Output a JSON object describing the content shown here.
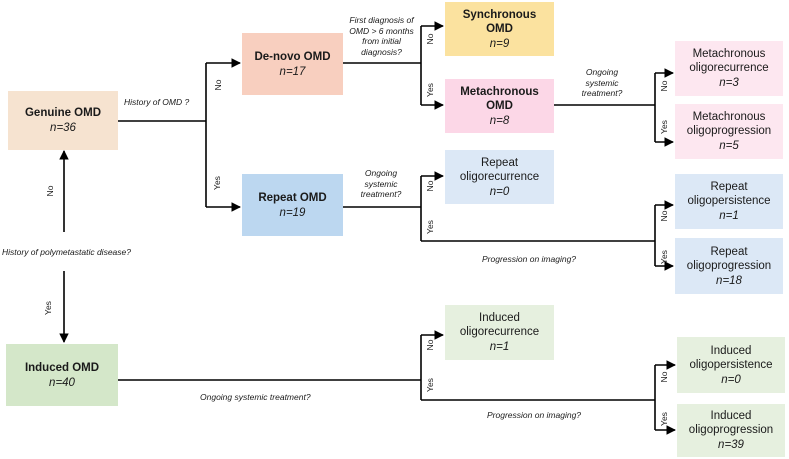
{
  "colors": {
    "peach": "#f6e3d0",
    "salmon": "#f8cfbf",
    "yellow": "#fbe29f",
    "pink": "#fcd7e7",
    "pink_light": "#fde7f0",
    "blue": "#bcd7f0",
    "blue_light": "#dce8f6",
    "green": "#d4e7c9",
    "green_light": "#e6f0df",
    "line": "#000000"
  },
  "boxes": {
    "genuine": {
      "title": "Genuine OMD",
      "count": "n=36"
    },
    "denovo": {
      "title": "De-novo OMD",
      "count": "n=17"
    },
    "repeat": {
      "title": "Repeat OMD",
      "count": "n=19"
    },
    "induced": {
      "title": "Induced OMD",
      "count": "n=40"
    },
    "synchronous": {
      "title": "Synchronous OMD",
      "count": "n=9"
    },
    "metachronous": {
      "title": "Metachronous OMD",
      "count": "n=8"
    },
    "meta_recur": {
      "title": "Metachronous oligorecurrence",
      "count": "n=3"
    },
    "meta_prog": {
      "title": "Metachronous oligoprogression",
      "count": "n=5"
    },
    "repeat_recur": {
      "title": "Repeat oligorecurrence",
      "count": "n=0"
    },
    "repeat_persist": {
      "title": "Repeat oligopersistence",
      "count": "n=1"
    },
    "repeat_prog": {
      "title": "Repeat oligoprogression",
      "count": "n=18"
    },
    "induced_recur": {
      "title": "Induced oligorecurrence",
      "count": "n=1"
    },
    "induced_persist": {
      "title": "Induced oligopersistence",
      "count": "n=0"
    },
    "induced_prog": {
      "title": "Induced oligoprogression",
      "count": "n=39"
    }
  },
  "questions": {
    "history_omd": "History of OMD ?",
    "first_diagnosis": "First diagnosis of OMD > 6 months from initial diagnosis?",
    "ongoing_meta": "Ongoing systemic treatment?",
    "ongoing_repeat": "Ongoing systemic treatment?",
    "progression_repeat": "Progression on imaging?",
    "polymetastatic": "History of polymetastatic disease?",
    "ongoing_induced": "Ongoing systemic treatment?",
    "progression_induced": "Progression on imaging?"
  },
  "branches": {
    "no": "No",
    "yes": "Yes"
  }
}
